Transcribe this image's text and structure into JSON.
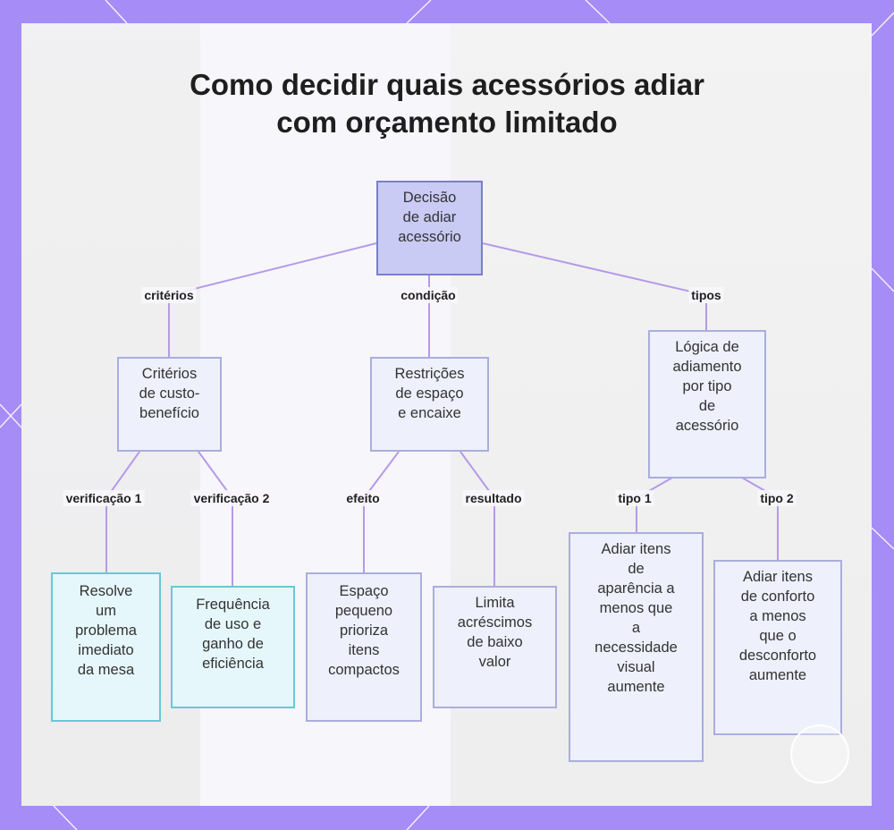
{
  "title": {
    "line1": "Como decidir quais acessórios adiar",
    "line2": "com orçamento limitado"
  },
  "nodes": {
    "root": [
      "Decisão",
      "de adiar",
      "acessório"
    ],
    "criteria": [
      "Critérios",
      "de custo-",
      "benefício"
    ],
    "space": [
      "Restrições",
      "de espaço",
      "e encaixe"
    ],
    "logic": [
      "Lógica de",
      "adiamento",
      "por tipo",
      "de",
      "acessório"
    ],
    "solves": [
      "Resolve",
      "um",
      "problema",
      "imediato",
      "da mesa"
    ],
    "frequency": [
      "Frequência",
      "de uso e",
      "ganho de",
      "eficiência"
    ],
    "small_space": [
      "Espaço",
      "pequeno",
      "prioriza",
      "itens",
      "compactos"
    ],
    "limits": [
      "Limita",
      "acréscimos",
      "de baixo",
      "valor"
    ],
    "appearance": [
      "Adiar itens",
      "de",
      "aparência a",
      "menos que",
      "a",
      "necessidade",
      "visual",
      "aumente"
    ],
    "comfort": [
      "Adiar itens",
      "de conforto",
      "a menos",
      "que o",
      "desconforto",
      "aumente"
    ]
  },
  "edge_labels": {
    "criterios": "critérios",
    "condicao": "condição",
    "tipos": "tipos",
    "verificacao1": "verificação 1",
    "verificacao2": "verificação 2",
    "efeito": "efeito",
    "resultado": "resultado",
    "tipo1": "tipo 1",
    "tipo2": "tipo 2"
  },
  "colors": {
    "frame": "#a58cf6",
    "edge": "#b59ae8",
    "root_fill": "#c9cbf5",
    "leaf_teal_border": "#66c9d6"
  }
}
